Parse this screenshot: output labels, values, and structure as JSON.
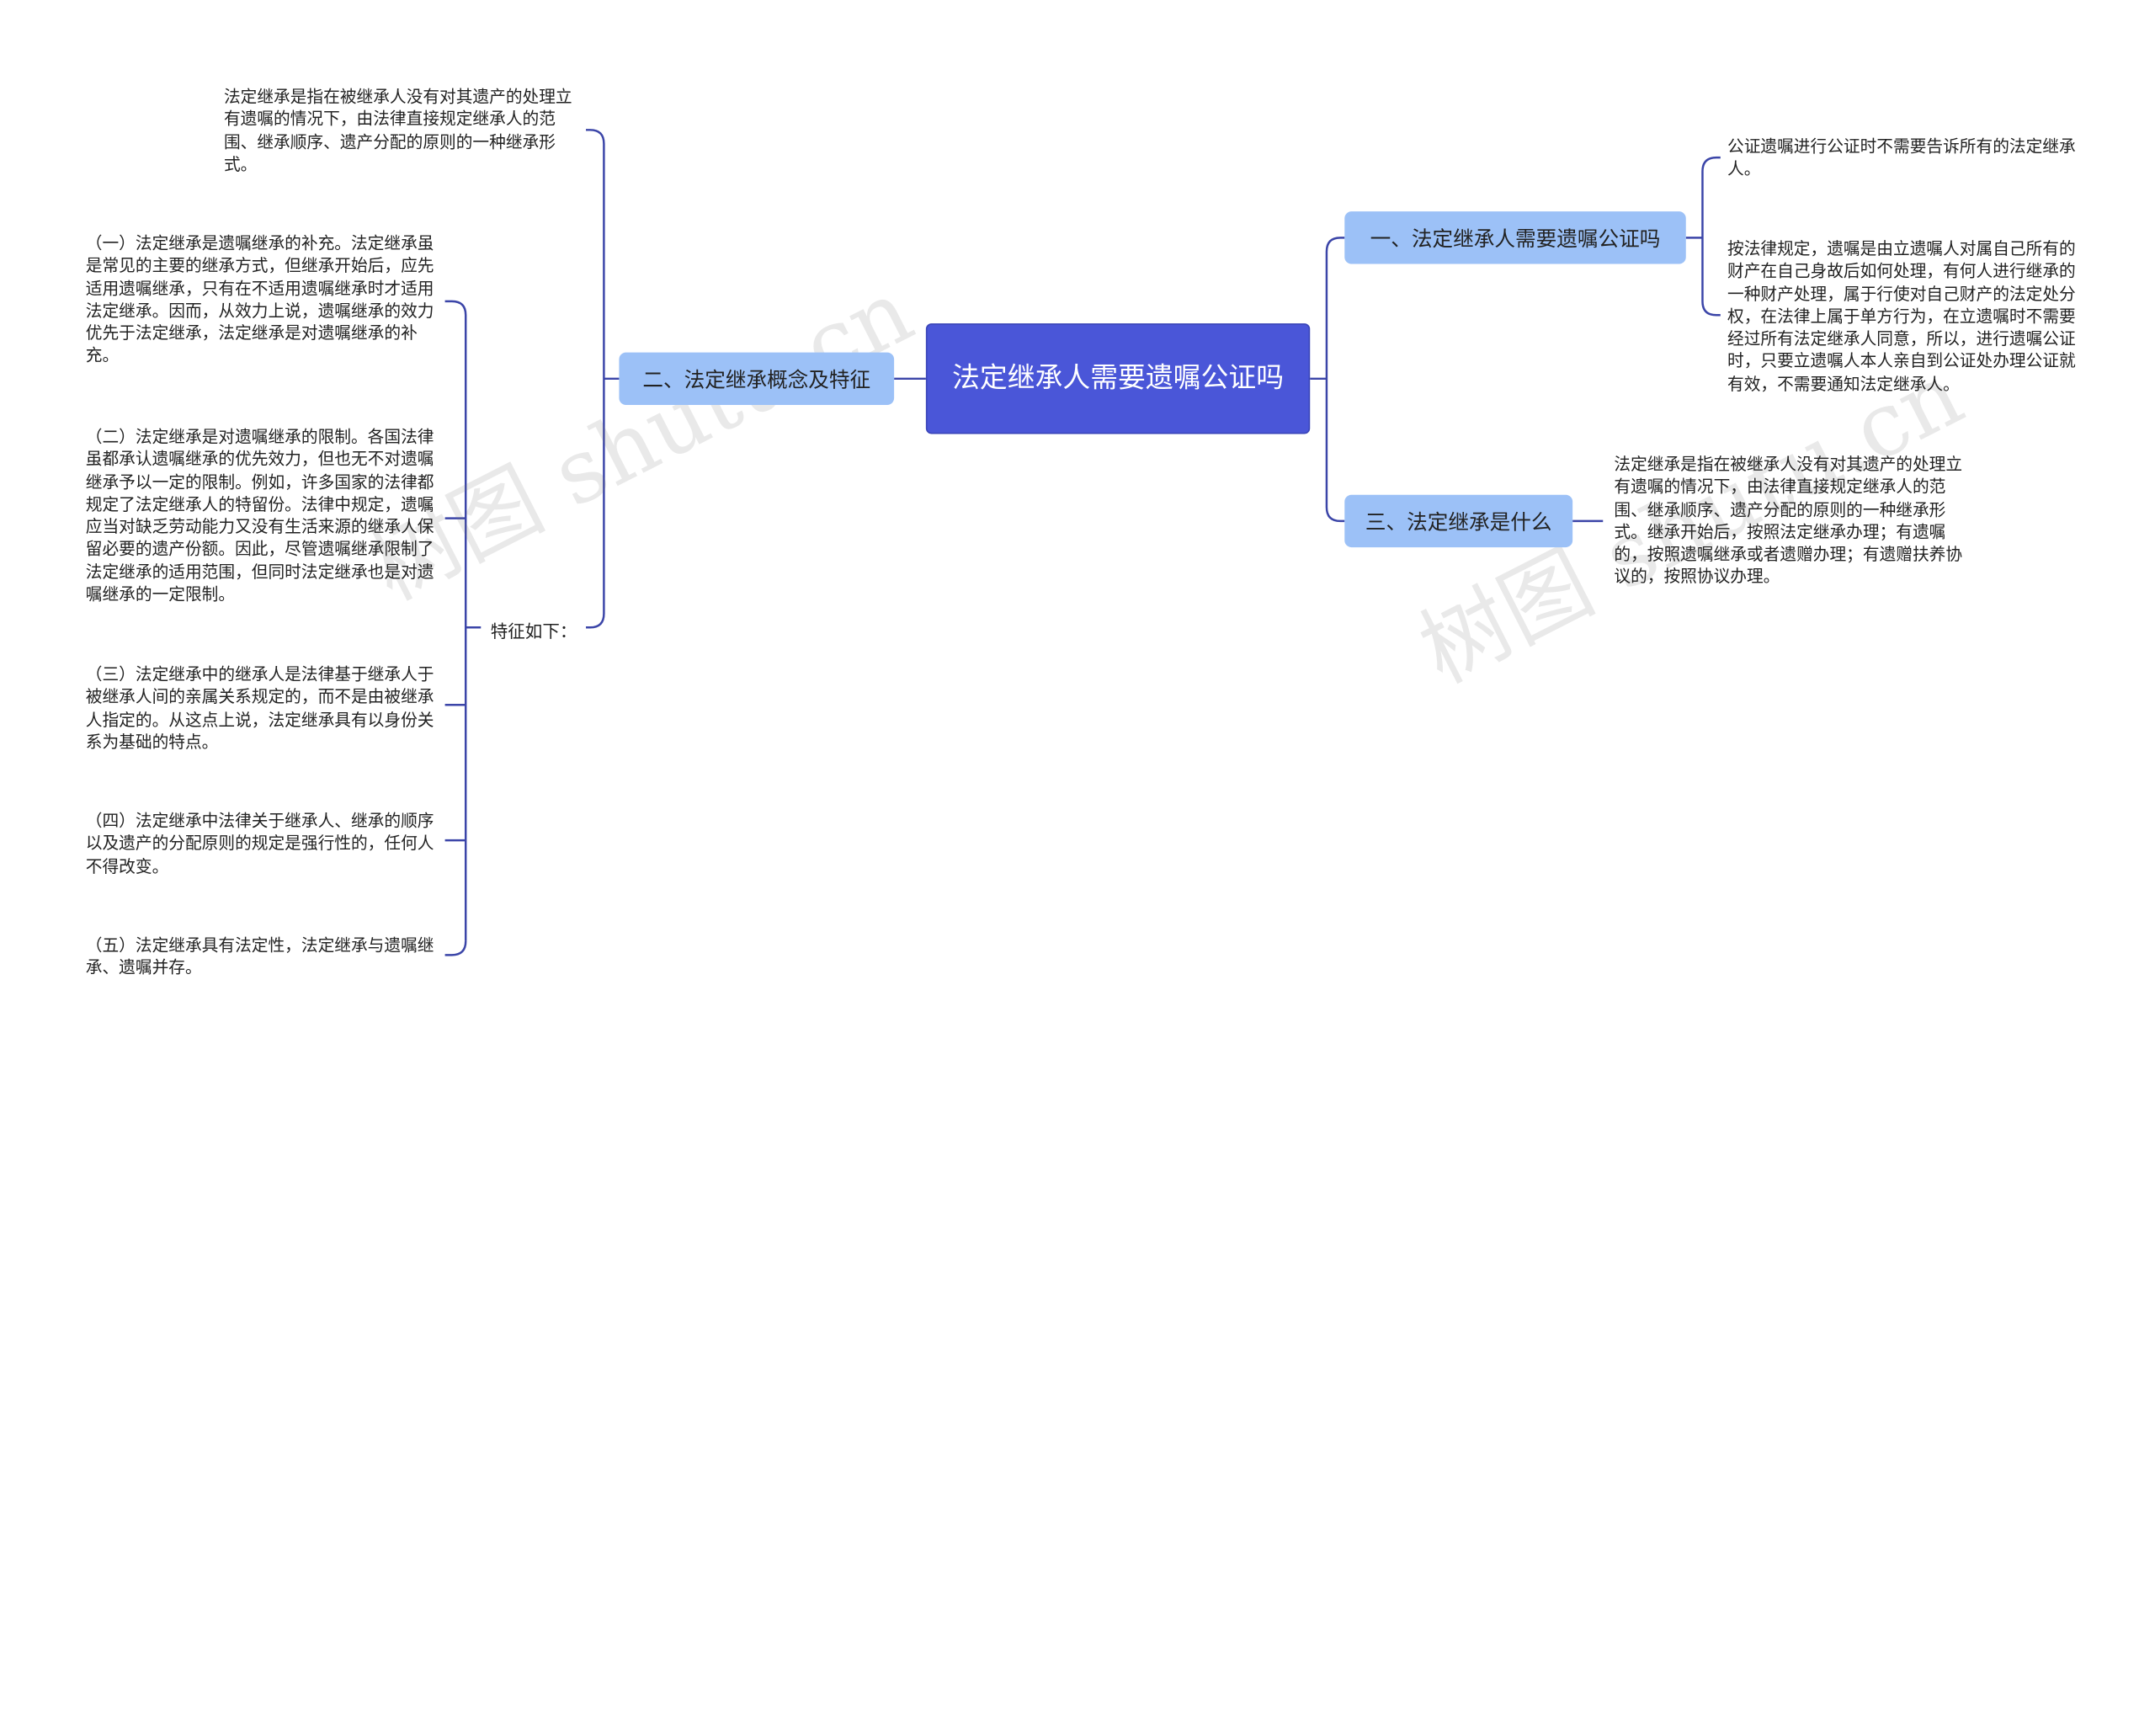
{
  "root": {
    "title": "法定继承人需要遗嘱公证吗"
  },
  "branches": {
    "b1": {
      "label": "一、法定继承人需要遗嘱公证吗"
    },
    "b2": {
      "label": "二、法定继承概念及特征"
    },
    "b3": {
      "label": "三、法定继承是什么"
    }
  },
  "leaves": {
    "b1_1": "公证遗嘱进行公证时不需要告诉所有的法定继承人。",
    "b1_2": "按法律规定，遗嘱是由立遗嘱人对属自己所有的财产在自己身故后如何处理，有何人进行继承的一种财产处理，属于行使对自己财产的法定处分权，在法律上属于单方行为，在立遗嘱时不需要经过所有法定继承人同意，所以，进行遗嘱公证时，只要立遗嘱人本人亲自到公证处办理公证就有效，不需要通知法定继承人。",
    "b3_1": "法定继承是指在被继承人没有对其遗产的处理立有遗嘱的情况下，由法律直接规定继承人的范围、继承顺序、遗产分配的原则的一种继承形式。继承开始后，按照法定继承办理；有遗嘱的，按照遗嘱继承或者遗赠办理；有遗赠扶养协议的，按照协议办理。",
    "b2_1": "法定继承是指在被继承人没有对其遗产的处理立有遗嘱的情况下，由法律直接规定继承人的范围、继承顺序、遗产分配的原则的一种继承形式。",
    "b2_features_label": "特征如下：",
    "f1": "（一）法定继承是遗嘱继承的补充。法定继承虽是常见的主要的继承方式，但继承开始后，应先适用遗嘱继承，只有在不适用遗嘱继承时才适用法定继承。因而，从效力上说，遗嘱继承的效力优先于法定继承，法定继承是对遗嘱继承的补充。",
    "f2": "（二）法定继承是对遗嘱继承的限制。各国法律虽都承认遗嘱继承的优先效力，但也无不对遗嘱继承予以一定的限制。例如，许多国家的法律都规定了法定继承人的特留份。法律中规定，遗嘱应当对缺乏劳动能力又没有生活来源的继承人保留必要的遗产份额。因此，尽管遗嘱继承限制了法定继承的适用范围，但同时法定继承也是对遗嘱继承的一定限制。",
    "f3": "（三）法定继承中的继承人是法律基于继承人于被继承人间的亲属关系规定的，而不是由被继承人指定的。从这点上说，法定继承具有以身份关系为基础的特点。",
    "f4": "（四）法定继承中法律关于继承人、继承的顺序以及遗产的分配原则的规定是强行性的，任何人不得改变。",
    "f5": "（五）法定继承具有法定性，法定继承与遗嘱继承、遗嘱并存。"
  },
  "watermarks": [
    "树图 shutu.cn",
    "树图 shutu.cn"
  ],
  "colors": {
    "root_bg": "#4a56d8",
    "branch_bg": "#9cc1f7",
    "connector": "#3b45a8"
  }
}
